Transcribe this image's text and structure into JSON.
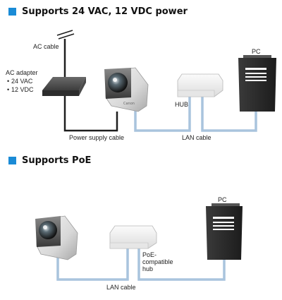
{
  "sections": {
    "dc": {
      "title": "Supports 24 VAC, 12 VDC power"
    },
    "poe": {
      "title": "Supports PoE"
    }
  },
  "labels": {
    "ac_cable": "AC cable",
    "ac_adapter": "AC adapter",
    "vac": "24 VAC",
    "vdc": "12 VDC",
    "bullet": "•",
    "hub": "HUB",
    "pc": "PC",
    "power_supply_cable": "Power supply cable",
    "lan_cable_1": "LAN cable",
    "pc2": "PC",
    "poe_hub_line1": "PoE-",
    "poe_hub_line2": "compatible",
    "poe_hub_line3": "hub",
    "lan_cable_2": "LAN cable",
    "camera_brand": "Canon"
  },
  "colors": {
    "accent": "#1a8bd6",
    "lan_cable": "#a9c4dd",
    "power_cable": "#1e1e1e",
    "pc_body": "#2b2b2b"
  },
  "icons": {
    "camera": "network-camera-icon",
    "hub": "network-hub-icon",
    "pc": "desktop-pc-icon",
    "adapter": "ac-adapter-icon",
    "plug": "power-plug-icon"
  }
}
